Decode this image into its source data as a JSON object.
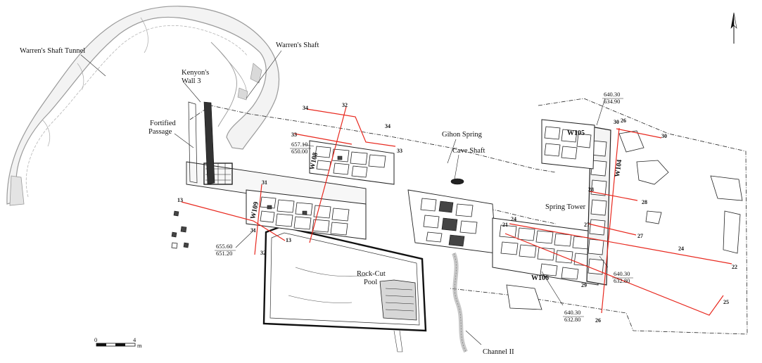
{
  "labels": {
    "warrens_shaft_tunnel": "Warren's Shaft Tunnel",
    "warrens_shaft": "Warren's Shaft",
    "kenyons_wall_line1": "Kenyon's",
    "kenyons_wall_line2": "Wall 3",
    "fortified_line1": "Fortified",
    "fortified_line2": "Passage",
    "gihon_spring": "Gihon Spring",
    "cave_shaft": "Cave Shaft",
    "spring_tower": "Spring Tower",
    "rock_cut_line1": "Rock-Cut",
    "rock_cut_line2": "Pool",
    "channel_ii": "Channel II"
  },
  "walls": {
    "w105": "W105",
    "w104": "W104",
    "w106": "W106",
    "w108": "W108",
    "w109": "W109"
  },
  "elevations": {
    "e1_top": "640.30",
    "e1_bottom": "634.90",
    "e2_top": "657.10",
    "e2_bottom": "650.00",
    "e3_top": "655.60",
    "e3_bottom": "651.20",
    "e4_top": "640.30",
    "e4_bottom": "632.80",
    "e5_top": "640.30",
    "e5_bottom": "632.80"
  },
  "sections": {
    "s13": "13",
    "s21": "21",
    "s22": "22",
    "s24": "24",
    "s25": "25",
    "s26": "26",
    "s27": "27",
    "s28": "28",
    "s29": "29",
    "s30": "30",
    "s31": "31",
    "s32": "32",
    "s33": "33",
    "s34": "34"
  },
  "scale": {
    "min": "0",
    "max": "4",
    "unit": "m"
  },
  "colors": {
    "section_lines": "#e8281e",
    "outline": "#222222",
    "shaft_gray": "#9a9a9a"
  }
}
